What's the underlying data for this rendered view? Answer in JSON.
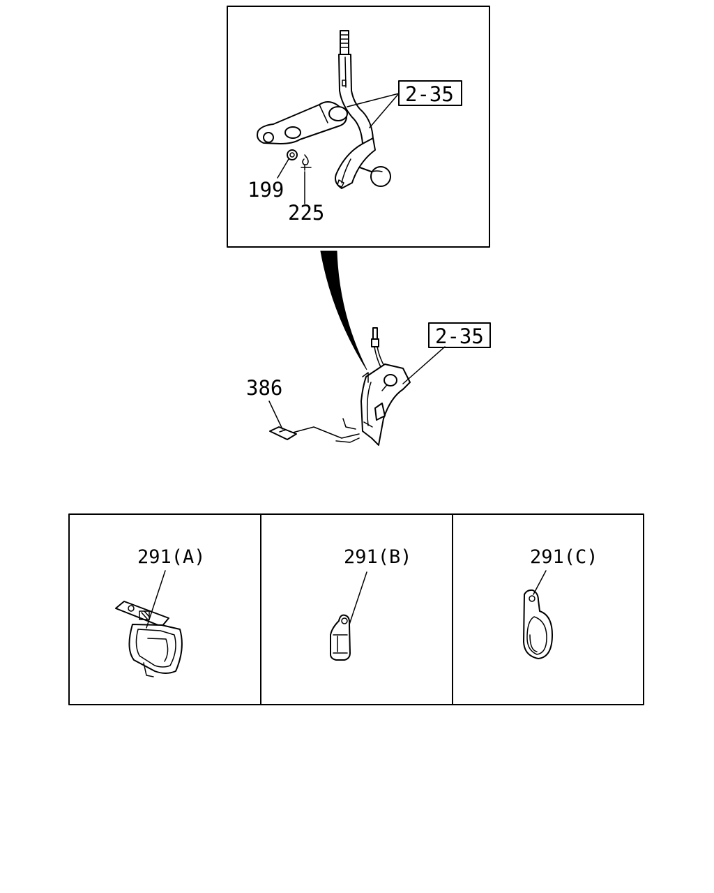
{
  "callouts": {
    "upper_ref": "2-35",
    "lower_ref": "2-35",
    "p199": "199",
    "p225": "225",
    "p386": "386"
  },
  "variants": [
    {
      "label": "291(A)"
    },
    {
      "label": "291(B)"
    },
    {
      "label": "291(C)"
    }
  ]
}
